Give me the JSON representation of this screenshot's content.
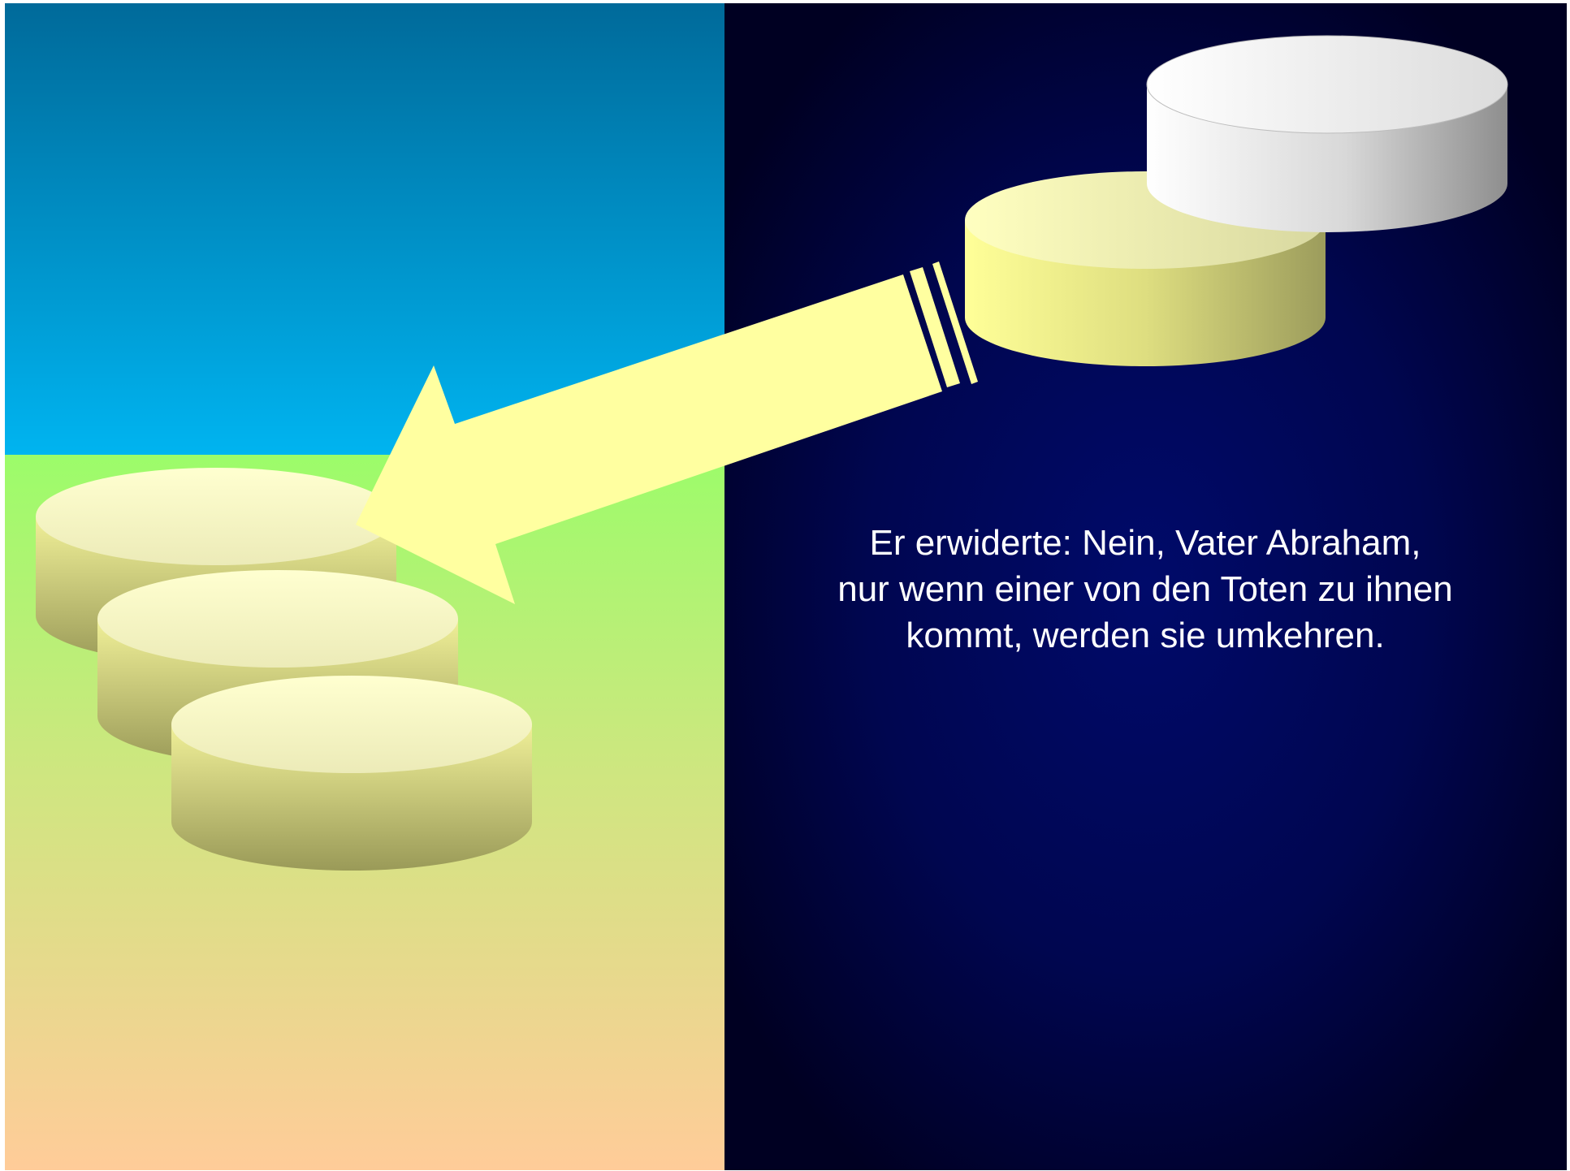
{
  "slide": {
    "caption_lines": [
      "Er erwiderte: Nein, Vater Abraham,",
      "nur wenn einer von den Toten zu ihnen",
      "kommt, werden sie umkehren."
    ]
  },
  "colors": {
    "sky_top": "#006a9a",
    "sky_bottom": "#00b4f0",
    "grass_top": "#9cfc6a",
    "grass_bottom": "#ffcc99",
    "night_center": "#000a6a",
    "night_edge": "#000022",
    "arrow": "#ffffa0",
    "disc_yellow": "#ffffa0",
    "disc_white": "#ffffff"
  }
}
